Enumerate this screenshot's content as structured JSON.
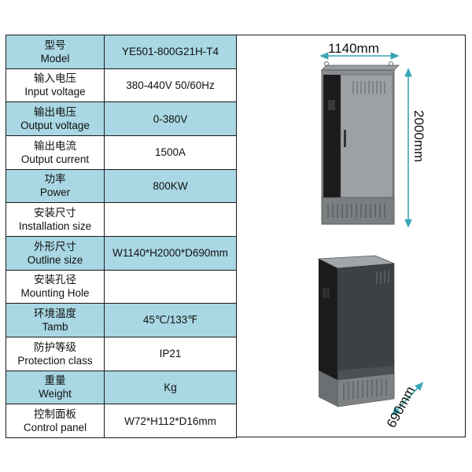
{
  "specs": [
    {
      "label_zh": "型号",
      "label_en": "Model",
      "value": "YE501-800G21H-T4"
    },
    {
      "label_zh": "输入电压",
      "label_en": "Input voltage",
      "value": "380-440V 50/60Hz"
    },
    {
      "label_zh": "输出电压",
      "label_en": "Output voltage",
      "value": "0-380V"
    },
    {
      "label_zh": "输出电流",
      "label_en": "Output current",
      "value": "1500A"
    },
    {
      "label_zh": "功率",
      "label_en": "Power",
      "value": "800KW"
    },
    {
      "label_zh": "安装尺寸",
      "label_en": "Installation size",
      "value": ""
    },
    {
      "label_zh": "外形尺寸",
      "label_en": "Outline size",
      "value": "W1140*H2000*D690mm"
    },
    {
      "label_zh": "安装孔径",
      "label_en": "Mounting Hole",
      "value": ""
    },
    {
      "label_zh": "环境温度",
      "label_en": "Tamb",
      "value": "45℃/133℉"
    },
    {
      "label_zh": "防护等级",
      "label_en": "Protection class",
      "value": "IP21"
    },
    {
      "label_zh": "重量",
      "label_en": "Weight",
      "value": "Kg"
    },
    {
      "label_zh": "控制面板",
      "label_en": "Control panel",
      "value": "W72*H112*D16mm"
    }
  ],
  "colors": {
    "shaded_row": "#a9d7e3",
    "border": "#1a1a1a",
    "cabinet_body": "#6e7173",
    "cabinet_door": "#8a8d8f"
  },
  "dimensions": {
    "width": "1140mm",
    "height": "2000mm",
    "depth": "690mm"
  }
}
